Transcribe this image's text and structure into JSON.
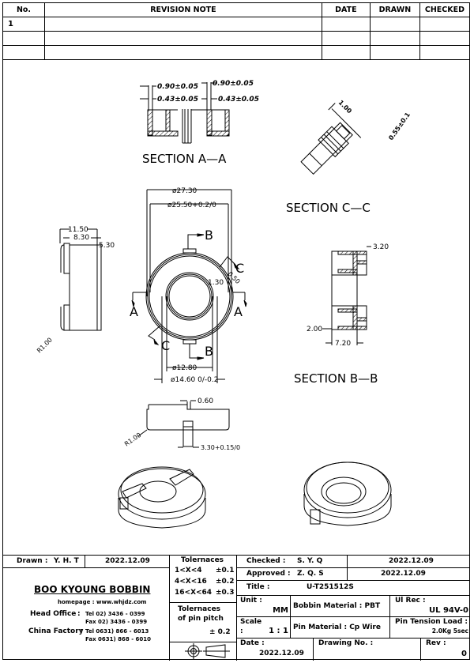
{
  "revision_table": {
    "headers": {
      "no": "No.",
      "note": "REVISION NOTE",
      "date": "DATE",
      "drawn": "DRAWN",
      "checked": "CHECKED"
    },
    "rows": [
      {
        "no": "1",
        "note": "",
        "date": "",
        "drawn": "",
        "checked": ""
      },
      {
        "no": "",
        "note": "",
        "date": "",
        "drawn": "",
        "checked": ""
      },
      {
        "no": "",
        "note": "",
        "date": "",
        "drawn": "",
        "checked": ""
      }
    ]
  },
  "drawing": {
    "section_aa": {
      "label": "SECTION A—A",
      "dims": [
        "0.90±0.05",
        "0.90±0.05",
        "0.43±0.05",
        "0.43±0.05"
      ]
    },
    "section_cc": {
      "label": "SECTION C—C",
      "dims": [
        "1.00",
        "0.55±0.1"
      ]
    },
    "section_bb": {
      "label": "SECTION B—B",
      "dims": [
        "3.20",
        "2.00",
        "7.20"
      ]
    },
    "side_view": {
      "dims": [
        "11.50",
        "8.30",
        "5.30",
        "R1.00"
      ]
    },
    "top_view": {
      "dims": [
        "ø27.30",
        "ø25.50+0.2/0",
        "1.30",
        "0.50",
        "ø12.80",
        "ø14.60 0/-0.2"
      ],
      "markers": [
        "A",
        "A",
        "B",
        "B",
        "C",
        "C"
      ]
    },
    "front_view": {
      "dims": [
        "0.60",
        "R1.00",
        "3.30+0.15/0"
      ]
    },
    "isometric_views": [
      "isometric-top",
      "isometric-bottom"
    ]
  },
  "title_block": {
    "drawn_label": "Drawn :",
    "drawn_by": "Y. H. T",
    "drawn_date": "2022.12.09",
    "company_name": "BOO KYOUNG BOBBIN",
    "homepage": "homepage : www.whjdz.com",
    "head_office_label": "Head Office",
    "head_office_tel": "Tel   02) 3436 - 0399",
    "head_office_fax": "Fax   02) 3436 - 0399",
    "china_factory_label": "China Factory",
    "china_factory_tel": "Tel   0631) 866 - 6013",
    "china_factory_fax": "Fax   0631) 868 - 6010",
    "tolerances_title": "Tolernaces",
    "tolerances": [
      {
        "range": "1<X<4",
        "tol": "±0.1"
      },
      {
        "range": "4<X<16",
        "tol": "±0.2"
      },
      {
        "range": "16<X<64",
        "tol": "±0.3"
      }
    ],
    "pin_pitch_title_1": "Tolernaces",
    "pin_pitch_title_2": "of pin pitch",
    "pin_pitch_tol": "± 0.2",
    "projection_symbol": "third-angle-projection-icon",
    "checked_label": "Checked :",
    "checked_by": "S. Y. Q",
    "checked_date": "2022.12.09",
    "approved_label": "Approved :",
    "approved_by": "Z. Q. S",
    "approved_date": "2022.12.09",
    "title_label": "Title :",
    "title_value": "U-T251512S",
    "unit_label": "Unit :",
    "unit_value": "MM",
    "bobbin_material": "Bobbin Material : PBT",
    "ul_rec_label": "Ul Rec :",
    "ul_rec_value": "UL 94V-0",
    "scale_label": "Scale",
    "scale_colon": ":",
    "scale_value": "1 : 1",
    "pin_material": "Pin Material : Cp Wire",
    "pin_tension_label": "Pin Tension Load :",
    "pin_tension_value": "2.0Kg 5sec",
    "date_label": "Date :",
    "date_value": "2022.12.09",
    "drawing_no_label": "Drawing No. :",
    "drawing_no_value": "",
    "rev_label": "Rev :",
    "rev_value": "0"
  }
}
